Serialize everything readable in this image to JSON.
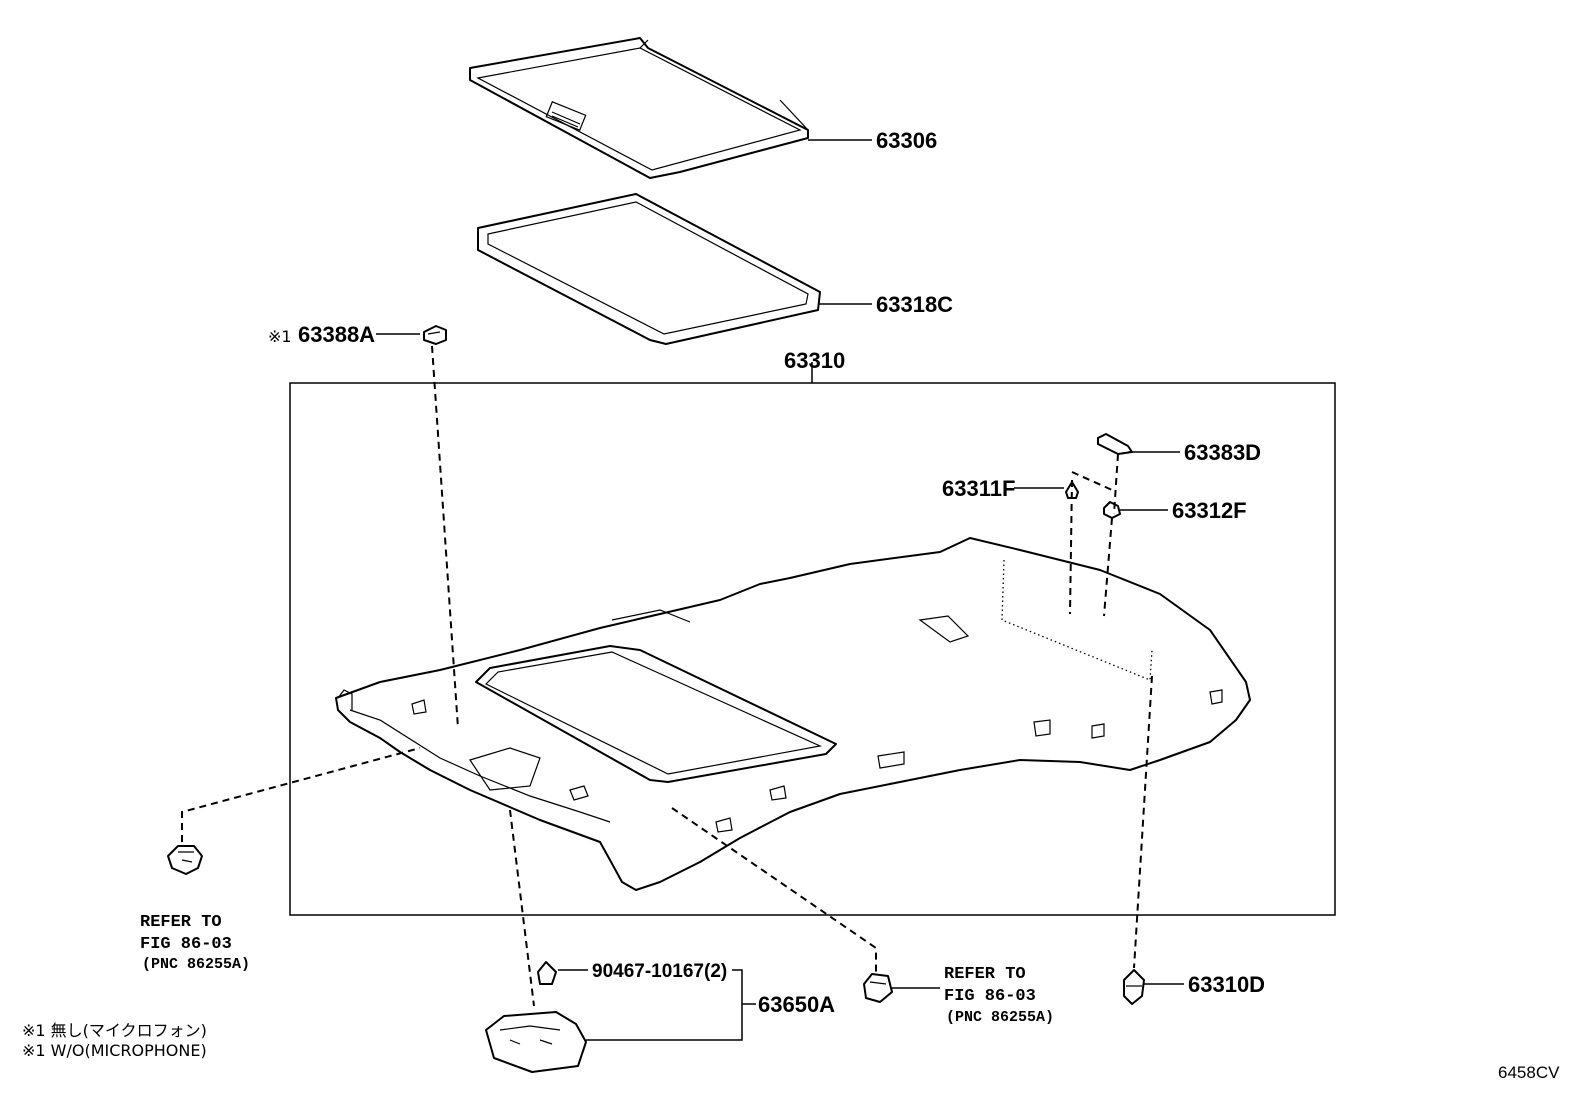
{
  "parts": {
    "p63306": "63306",
    "p63318C": "63318C",
    "p63388A_mark": "※1",
    "p63388A": "63388A",
    "p63310": "63310",
    "p63383D": "63383D",
    "p63311F": "63311F",
    "p63312F": "63312F",
    "p90467": "90467-10167(2)",
    "p63650A": "63650A",
    "p63310D": "63310D"
  },
  "references": {
    "left": {
      "line1": "REFER TO",
      "line2": "FIG 86-03",
      "line3": "(PNC 86255A)"
    },
    "center": {
      "line1": "REFER TO",
      "line2": "FIG 86-03",
      "line3": "(PNC 86255A)"
    }
  },
  "notes": {
    "jp": "※1 無し(マイクロフォン)",
    "en": "※1 W/O(MICROPHONE)"
  },
  "figure_code": "6458CV"
}
